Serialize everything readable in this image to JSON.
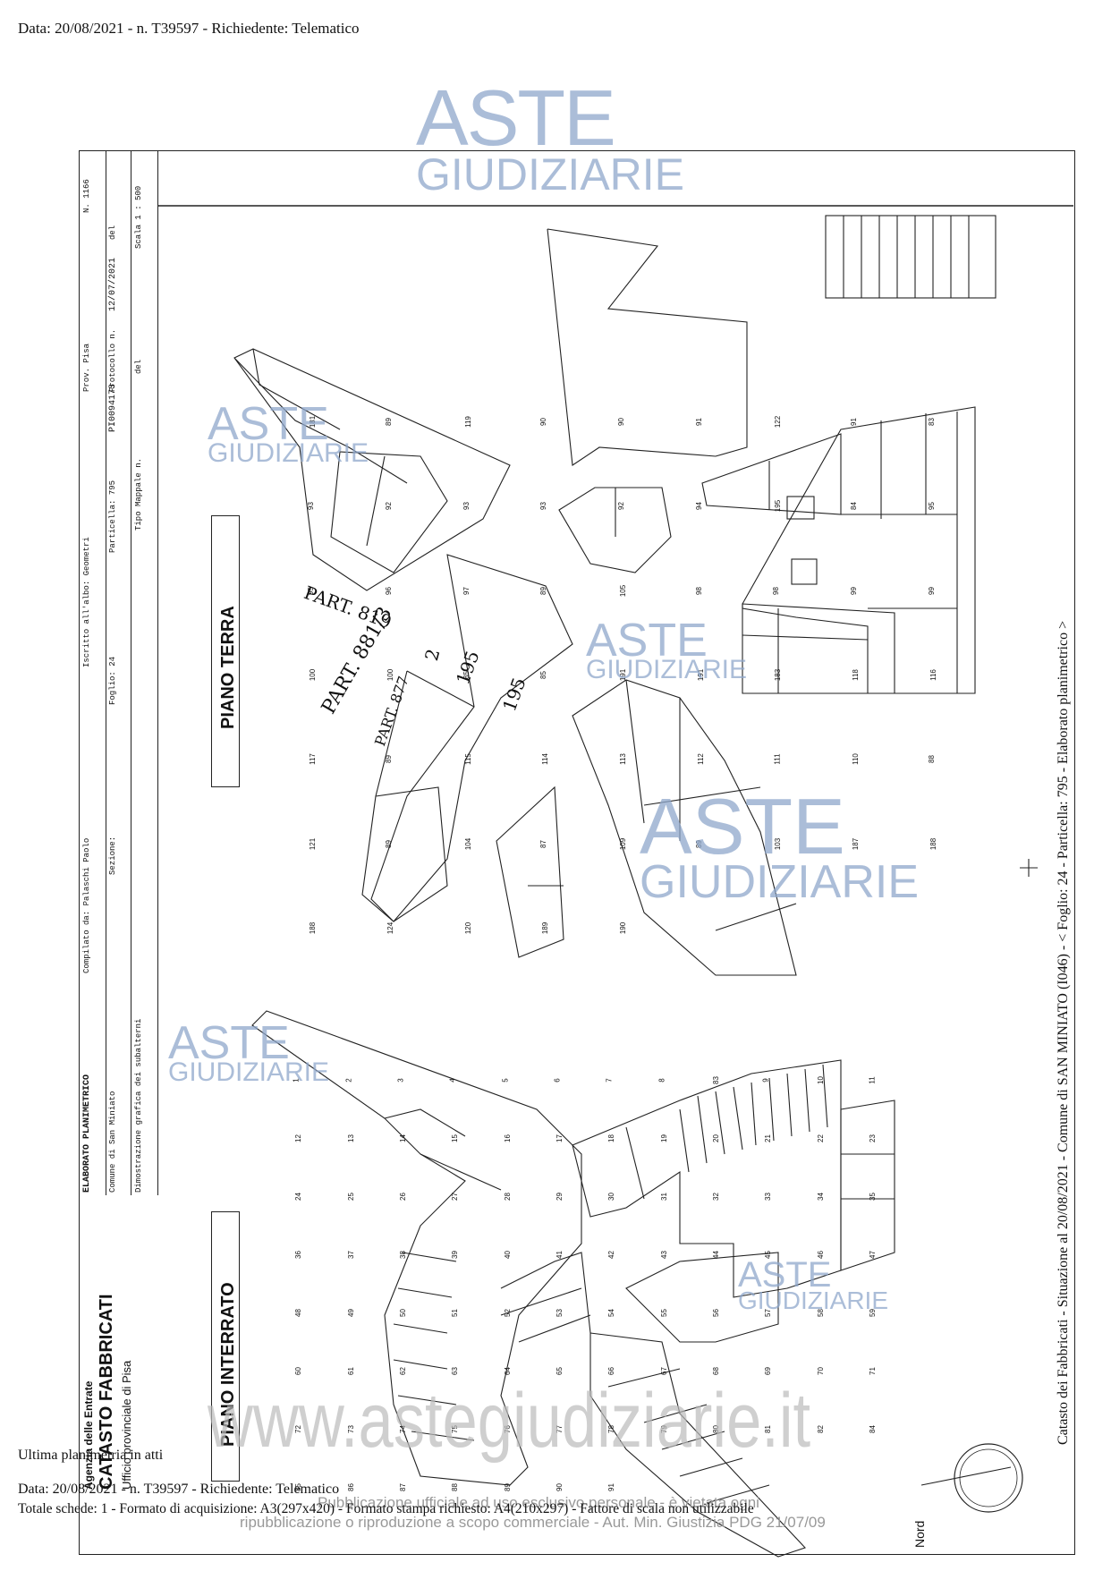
{
  "header": {
    "top_line": "Data: 20/08/2021 - n. T39597 - Richiedente: Telematico"
  },
  "title_block": {
    "elaborato": "ELABORATO PLANIMETRICO",
    "compilato": "Compilato da: Palaschi Paolo",
    "iscritto": "Iscritto all'albo: Geometri",
    "prov": "Prov. Pisa",
    "n": "N. 1166",
    "comune": "Comune di San Miniato",
    "sezione": "Sezione:",
    "foglio": "Foglio: 24",
    "particella": "Particella: 795",
    "protocollo": "Protocollo n.",
    "protocollo_value": "PI0094173",
    "del": "del",
    "date": "12/07/2021",
    "dimostrazione": "Dimostrazione grafica dei subalterni",
    "tipo_mappale": "Tipo Mappale n.",
    "del2": "del",
    "scala": "Scala 1 : 500",
    "agenzia": "Agenzia delle Entrate",
    "catasto": "CATASTO FABBRICATI",
    "ufficio": "Ufficio provinciale di Pisa"
  },
  "floors": {
    "piano_terra": "PIANO TERRA",
    "piano_interrato": "PIANO INTERRATO"
  },
  "annotations": {
    "part_819": "PART. 819",
    "part_881_3": "PART. 881/3",
    "part_877": "PART. 877",
    "num_195a": "195",
    "num_195b": "195",
    "num_2": "2"
  },
  "right_side_text": "Catasto dei Fabbricati - Situazione al 20/08/2021 - Comune di SAN MINIATO (I046) - < Foglio: 24 - Particella: 795 - Elaborato planimetrico >",
  "north_label": "Nord",
  "watermarks": {
    "aste": "ASTE",
    "giudiziarie": "GIUDIZIARIE",
    "site": "www.astegiudiziarie.it",
    "notice_1": "Pubblicazione ufficiale ad uso esclusivo personale - è vietata ogni",
    "notice_2": "ripubblicazione o riproduzione a scopo commerciale - Aut. Min. Giustizia PDG 21/07/09"
  },
  "footer": {
    "ultima": "Ultima planimetria in atti",
    "data_line": "Data: 20/08/2021 - n. T39597 - Richiedente: Telematico",
    "totale_line": "Totale schede: 1 - Formato di acquisizione: A3(297x420) - Formato stampa richiesto: A4(210x297) - Fattore di scala non utilizzabile"
  },
  "sub_numbers_terra": [
    "181",
    "89",
    "119",
    "90",
    "90",
    "91",
    "122",
    "91",
    "83",
    "93",
    "92",
    "93",
    "93",
    "92",
    "94",
    "195",
    "84",
    "95",
    "95",
    "96",
    "97",
    "89",
    "105",
    "98",
    "98",
    "99",
    "99",
    "100",
    "100",
    "85",
    "85",
    "191",
    "191",
    "183",
    "118",
    "116",
    "117",
    "89",
    "115",
    "114",
    "113",
    "112",
    "111",
    "110",
    "88",
    "121",
    "89",
    "104",
    "87",
    "109",
    "89",
    "103",
    "187",
    "188",
    "188",
    "124",
    "120",
    "189",
    "190"
  ],
  "sub_numbers_interrato": [
    "1",
    "2",
    "3",
    "4",
    "5",
    "6",
    "7",
    "8",
    "83",
    "9",
    "10",
    "11",
    "12",
    "13",
    "14",
    "15",
    "16",
    "17",
    "18",
    "19",
    "20",
    "21",
    "22",
    "23",
    "24",
    "25",
    "26",
    "27",
    "28",
    "29",
    "30",
    "31",
    "32",
    "33",
    "34",
    "35",
    "36",
    "37",
    "38",
    "39",
    "40",
    "41",
    "42",
    "43",
    "44",
    "45",
    "46",
    "47",
    "48",
    "49",
    "50",
    "51",
    "52",
    "53",
    "54",
    "55",
    "56",
    "57",
    "58",
    "59",
    "60",
    "61",
    "62",
    "63",
    "64",
    "65",
    "66",
    "67",
    "68",
    "69",
    "70",
    "71",
    "72",
    "73",
    "74",
    "75",
    "76",
    "77",
    "78",
    "79",
    "80",
    "81",
    "82",
    "84",
    "85",
    "86",
    "87",
    "88",
    "89",
    "90",
    "91"
  ]
}
